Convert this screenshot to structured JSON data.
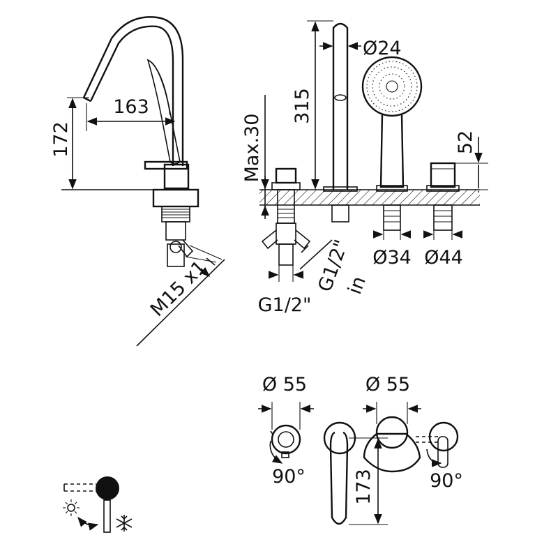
{
  "dimensions": {
    "spout_height": "172",
    "spout_reach": "163",
    "hose_thread": "M15 x1",
    "max_deck_thickness": "Max.30",
    "spout_height_total": "315",
    "spout_diameter": "Ø24",
    "handle_height": "52",
    "inlet_thread_side": "G1/2\"",
    "inlet_label": "in",
    "inlet_thread_bottom": "G1/2\"",
    "shank_diameter_small": "Ø34",
    "shank_diameter_large": "Ø44",
    "rosette_diameter_left": "Ø 55",
    "rosette_diameter_right": "Ø 55",
    "rotation_left": "90°",
    "rotation_right": "90°",
    "plan_spout_dim": "173"
  },
  "icons": {
    "temperature_legend": [
      "sun-icon",
      "snowflake-icon"
    ]
  },
  "colors": {
    "line": "#111111",
    "background": "#ffffff"
  }
}
